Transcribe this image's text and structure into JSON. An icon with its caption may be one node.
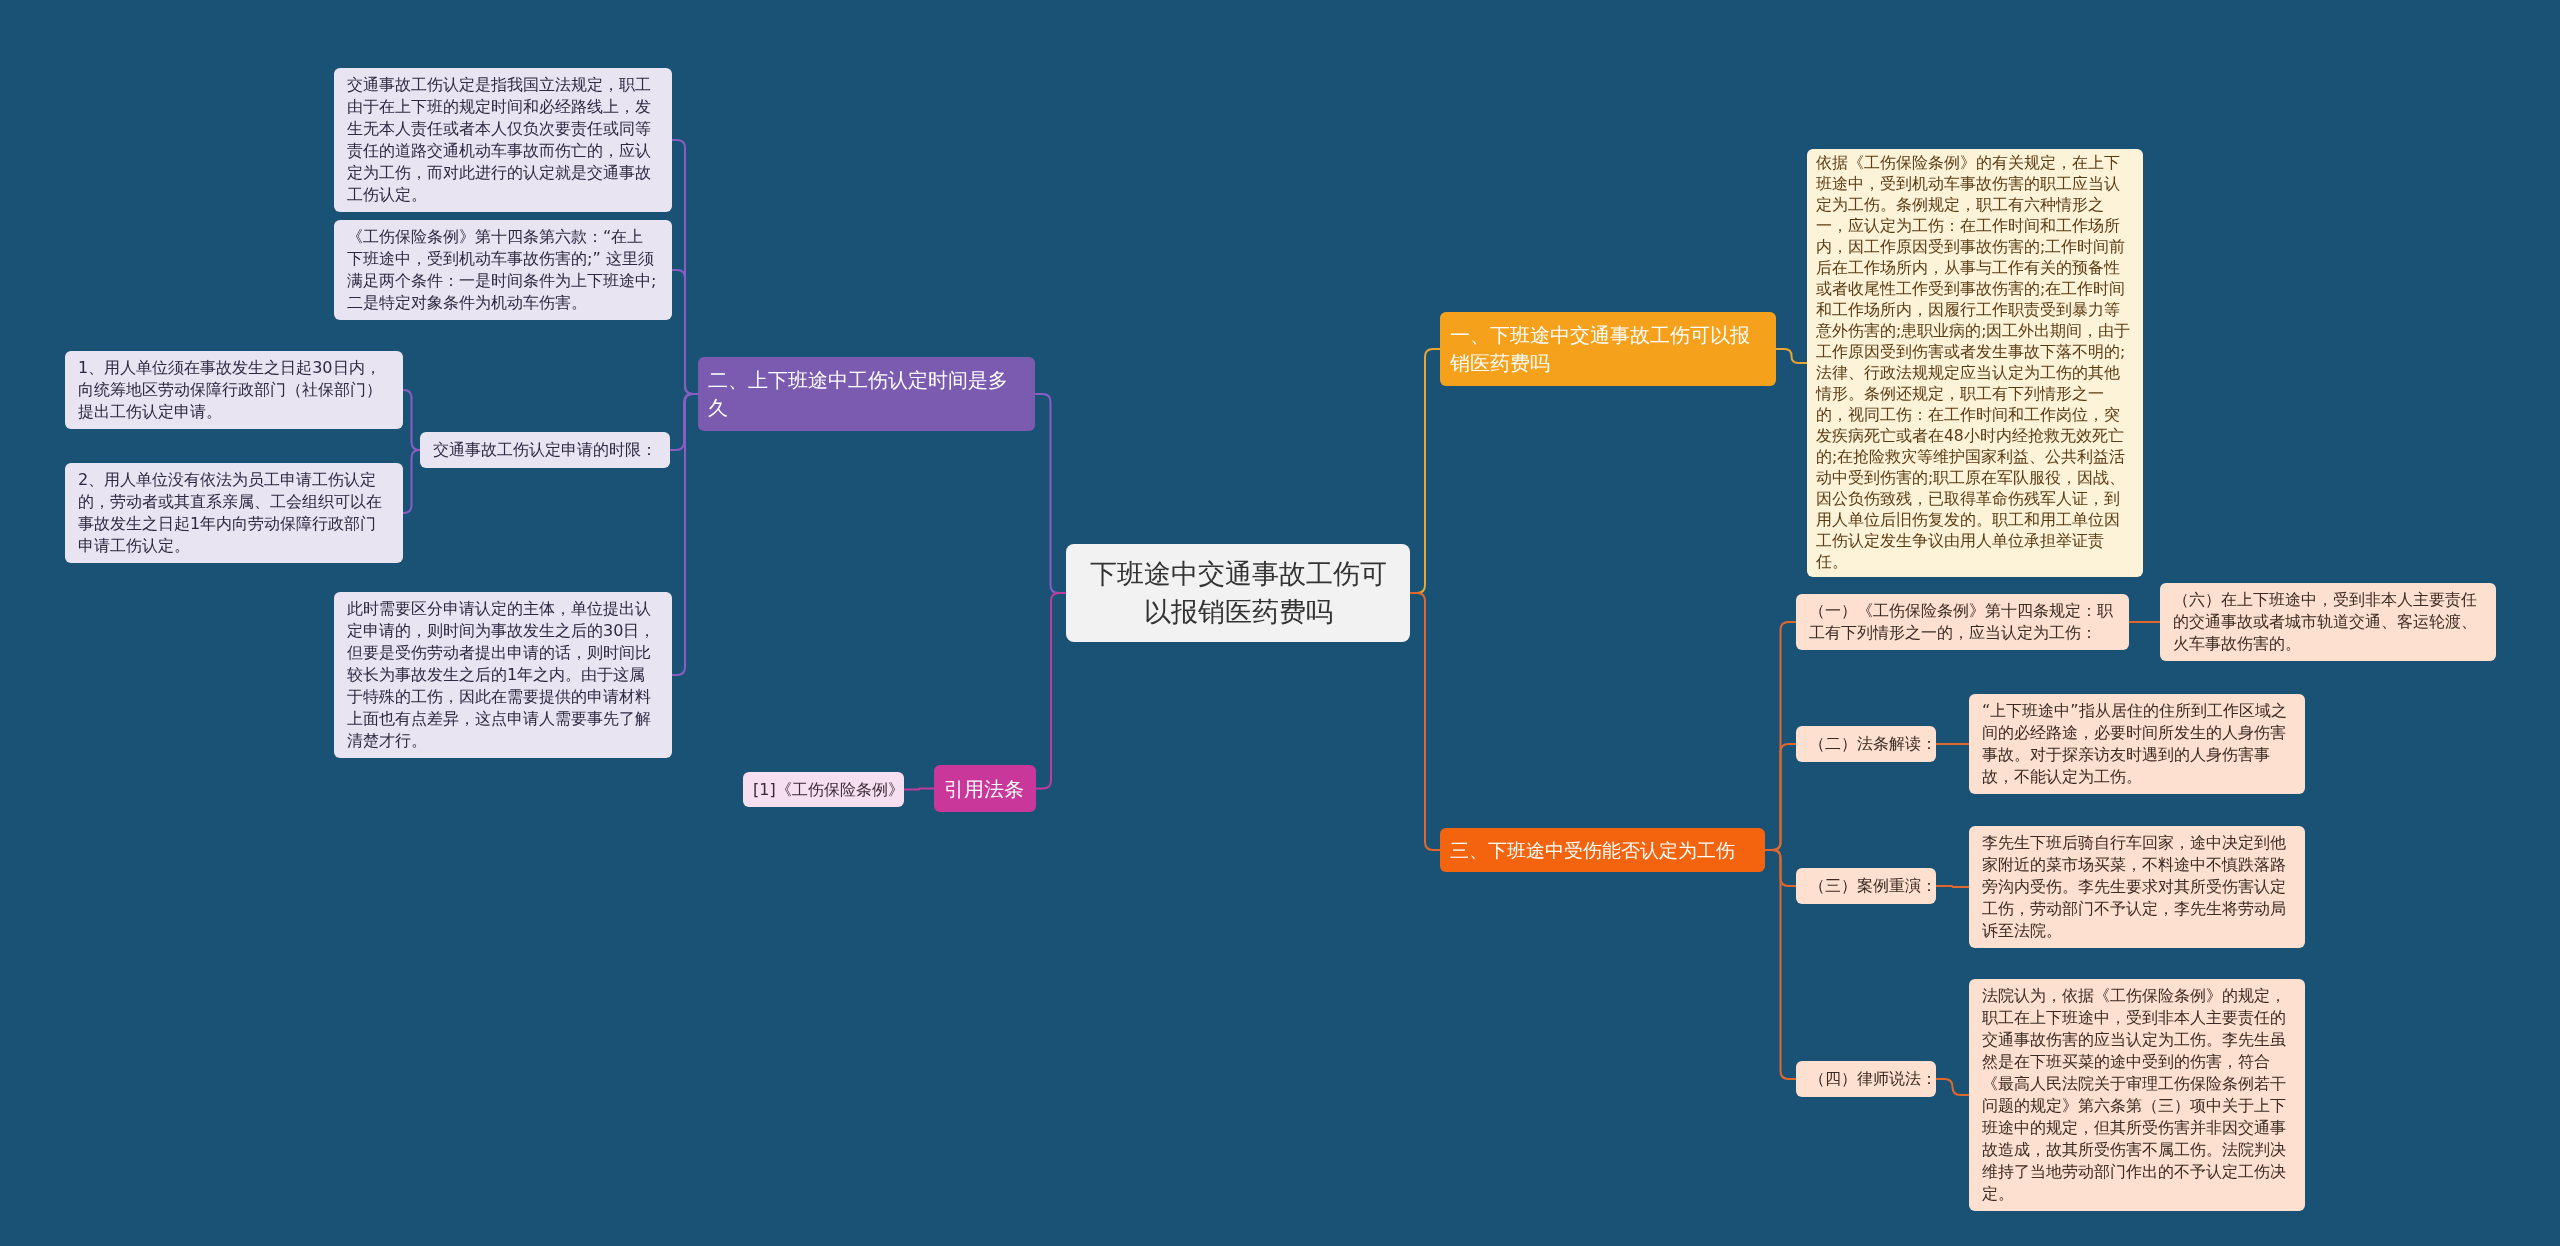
{
  "diagram": {
    "nodes": [
      {
        "text": [
          "下班途中交通事故工伤可以报销医药费吗"
        ]
      },
      {
        "text": [
          "一、下班途中交通事故工伤可以报销医药费吗"
        ]
      },
      {
        "text": [
          "依据《工伤保险条例》的有关规定，在上下班途中，受到机动车事故伤害的职工应当认定为工伤。条例规定，职工有六种情形之一，应认定为工伤：在工作时间和工作场所内，因工作原因受到事故伤害的;工作时间前后在工作场所内，从事与工作有关的预备性或者收尾性工作受到事故伤害的;在工作时间和工作场所内，因履行工作职责受到暴力等意外伤害的;患职业病的;因工外出期间，由于工作原因受到伤害或者发生事故下落不明的;法律、行政法规规定应当认定为工伤的其他情形。条例还规定，职工有下列情形之一的，视同工伤：在工作时间和工作岗位，突发疾病死亡或者在48小时内经抢救无效死亡的;在抢险救灾等维护国家利益、公共利益活动中受到伤害的;职工原在军队服役，因战、因公负伤致残，已取得革命伤残军人证，到用人单位后旧伤复发的。职工和用工单位因工伤认定发生争议由用人单位承担举证责任。"
        ]
      },
      {
        "text": [
          "三、下班途中受伤能否认定为工伤"
        ]
      },
      {
        "text": [
          "（一）《工伤保险条例》第十四条规定：职工有下列情形之一的，应当认定为工伤："
        ]
      },
      {
        "text": [
          "（六）在上下班途中，受到非本人主要责任的交通事故或者城市轨道交通、客运轮渡、火车事故伤害的。"
        ]
      },
      {
        "text": [
          "（二）法条解读："
        ]
      },
      {
        "text": [
          "“上下班途中”指从居住的住所到工作区域之间的必经路途，必要时间所发生的人身伤害事故。对于探亲访友时遇到的人身伤害事故，不能认定为工伤。"
        ]
      },
      {
        "text": [
          "（三）案例重演："
        ]
      },
      {
        "text": [
          "李先生下班后骑自行车回家，途中决定到他家附近的菜市场买菜，不料途中不慎跌落路旁沟内受伤。李先生要求对其所受伤害认定工伤，劳动部门不予认定，李先生将劳动局诉至法院。"
        ]
      },
      {
        "text": [
          "（四）律师说法："
        ]
      },
      {
        "text": [
          "法院认为，依据《工伤保险条例》的规定，职工在上下班途中，受到非本人主要责任的交通事故伤害的应当认定为工伤。李先生虽然是在下班买菜的途中受到的伤害，符合《最高人民法院关于审理工伤保险条例若干问题的规定》第六条第（三）项中关于上下班途中的规定，但其所受伤害并非因交通事故造成，故其所受伤害不属工伤。法院判决维持了当地劳动部门作出的不予认定工伤决定。"
        ]
      },
      {
        "text": [
          "二、上下班途中工伤认定时间是多久"
        ]
      },
      {
        "text": [
          "交通事故工伤认定是指我国立法规定，职工由于在上下班的规定时间和必经路线上，发生无本人责任或者本人仅负次要责任或同等责任的道路交通机动车事故而伤亡的，应认定为工伤，而对此进行的认定就是交通事故工伤认定。"
        ]
      },
      {
        "text": [
          "《工伤保险条例》第十四条第六款：“在上下班途中，受到机动车事故伤害的;” 这里须满足两个条件：一是时间条件为上下班途中;二是特定对象条件为机动车伤害。"
        ]
      },
      {
        "text": [
          "交通事故工伤认定申请的时限："
        ]
      },
      {
        "text": [
          "1、用人单位须在事故发生之日起30日内，向统筹地区劳动保障行政部门（社保部门）提出工伤认定申请。"
        ]
      },
      {
        "text": [
          "2、用人单位没有依法为员工申请工伤认定的，劳动者或其直系亲属、工会组织可以在事故发生之日起1年内向劳动保障行政部门申请工伤认定。"
        ]
      },
      {
        "text": [
          "此时需要区分申请认定的主体，单位提出认定申请的，则时间为事故发生之后的30日，但要是受伤劳动者提出申请的话，则时间比较长为事故发生之后的1年之内。由于这属于特殊的工伤，因此在需要提供的申请材料上面也有点差异，这点申请人需要事先了解清楚才行。"
        ]
      },
      {
        "text": [
          "引用法条"
        ]
      },
      {
        "text": [
          "[1]《工伤保险条例》"
        ]
      }
    ],
    "edges": [
      {
        "from": 0,
        "to": 1,
        "arrow": "none",
        "color": "#e8a531"
      },
      {
        "from": 0,
        "to": 3,
        "arrow": "none",
        "color": "#e0682c"
      },
      {
        "from": 0,
        "to": 12,
        "arrow": "none",
        "color": "#8b5cc2"
      },
      {
        "from": 0,
        "to": 19,
        "arrow": "none",
        "color": "#c23a9a"
      },
      {
        "from": 1,
        "to": 2,
        "arrow": "none",
        "color": "#e8a531"
      },
      {
        "from": 3,
        "to": 4,
        "arrow": "none",
        "color": "#e0682c"
      },
      {
        "from": 3,
        "to": 6,
        "arrow": "none",
        "color": "#e0682c"
      },
      {
        "from": 3,
        "to": 8,
        "arrow": "none",
        "color": "#e0682c"
      },
      {
        "from": 3,
        "to": 10,
        "arrow": "none",
        "color": "#e0682c"
      },
      {
        "from": 4,
        "to": 5,
        "arrow": "none",
        "color": "#e0682c"
      },
      {
        "from": 6,
        "to": 7,
        "arrow": "none",
        "color": "#e0682c"
      },
      {
        "from": 8,
        "to": 9,
        "arrow": "none",
        "color": "#e0682c"
      },
      {
        "from": 10,
        "to": 11,
        "arrow": "none",
        "color": "#e0682c"
      },
      {
        "from": 12,
        "to": 13,
        "arrow": "none",
        "color": "#8b5cc2"
      },
      {
        "from": 12,
        "to": 14,
        "arrow": "none",
        "color": "#8b5cc2"
      },
      {
        "from": 12,
        "to": 15,
        "arrow": "none",
        "color": "#8b5cc2"
      },
      {
        "from": 12,
        "to": 18,
        "arrow": "none",
        "color": "#8b5cc2"
      },
      {
        "from": 15,
        "to": 16,
        "arrow": "none",
        "color": "#8b5cc2"
      },
      {
        "from": 15,
        "to": 17,
        "arrow": "none",
        "color": "#8b5cc2"
      },
      {
        "from": 19,
        "to": 20,
        "arrow": "none",
        "color": "#c23a9a"
      }
    ]
  }
}
